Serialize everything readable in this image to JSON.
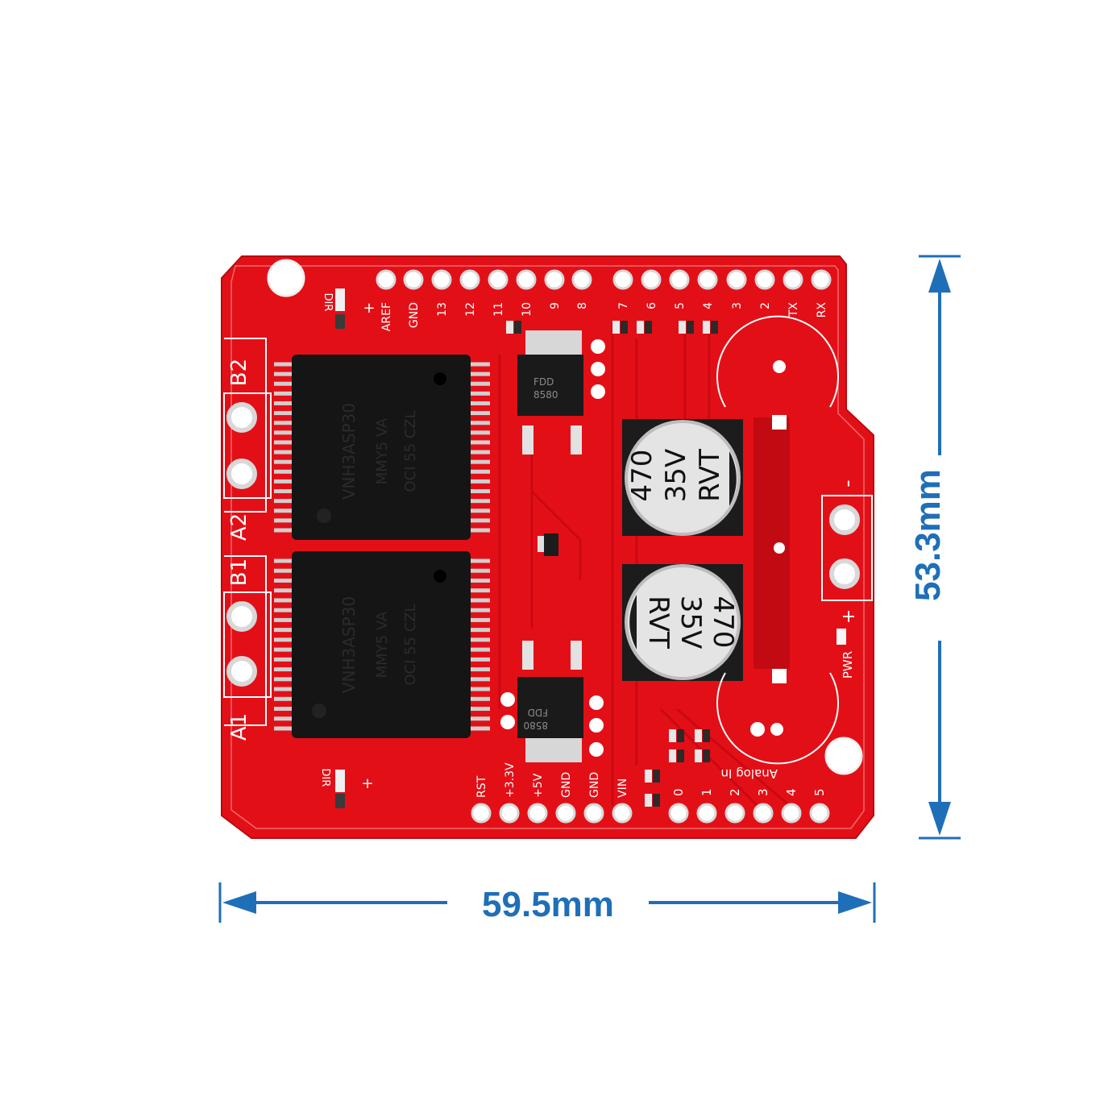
{
  "dimensions": {
    "width_label": "59.5mm",
    "height_label": "53.3mm",
    "color": "#1f6fb8"
  },
  "board": {
    "color": "#e30f17",
    "chip_color": "#151515",
    "header_top_labels": [
      "AREF",
      "GND",
      "13",
      "12",
      "11",
      "10",
      "9",
      "8",
      "7",
      "6",
      "5",
      "4",
      "3",
      "2",
      "TX",
      "RX"
    ],
    "header_bottom_power_labels": [
      "RST",
      "+3.3V",
      "+5V",
      "GND",
      "GND",
      "VIN"
    ],
    "header_bottom_analog_numbers": [
      "0",
      "1",
      "2",
      "3",
      "4",
      "5"
    ],
    "analog_label": "Analog In",
    "motor_terminals": {
      "top": "B2",
      "mid_top": "A2",
      "mid_bottom": "B1",
      "bottom": "A1"
    },
    "dir_label": "DIR",
    "plus_label": "+",
    "minus_label": "-",
    "pwr_label": "PWR",
    "chip_top_markings": [
      "VNH3ASP30",
      "MMY5 VA",
      "OCI 55 CZL"
    ],
    "chip_bottom_markings": [
      "VNH3ASP30",
      "MMY5 VA",
      "OCI 55 CZL"
    ],
    "mosfet_markings": [
      "FDD",
      "8580"
    ],
    "capacitor_markings": [
      "470",
      "35V",
      "RVT"
    ]
  }
}
